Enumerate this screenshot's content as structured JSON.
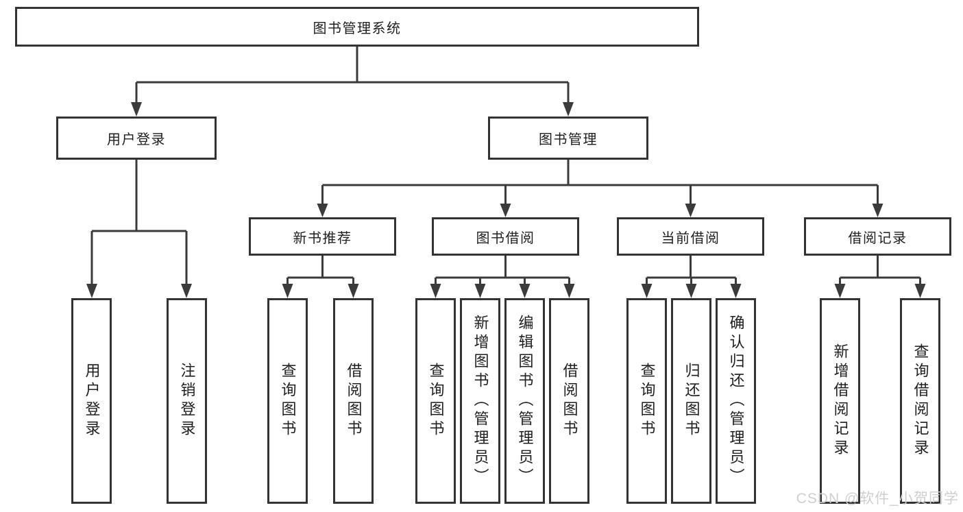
{
  "diagram": {
    "root": {
      "label": "图书管理系统"
    },
    "level2": [
      {
        "label": "用户登录"
      },
      {
        "label": "图书管理"
      }
    ],
    "level3": [
      {
        "label": "新书推荐"
      },
      {
        "label": "图书借阅"
      },
      {
        "label": "当前借阅"
      },
      {
        "label": "借阅记录"
      }
    ],
    "leaves": {
      "user_login": [
        "用户登录",
        "注销登录"
      ],
      "new_book": [
        "查询图书",
        "借阅图书"
      ],
      "book_borrow": [
        "查询图书",
        "新增图书（管理员）",
        "编辑图书（管理员）",
        "借阅图书"
      ],
      "current_borrow": [
        "查询图书",
        "归还图书",
        "确认归还（管理员）"
      ],
      "borrow_records": [
        "新增借阅记录",
        "查询借阅记录"
      ]
    }
  },
  "watermark": {
    "text": "CSDN @软件_小贺同学"
  },
  "colors": {
    "line": "#3b3b3b",
    "border": "#333333",
    "fill": "#ffffff",
    "text": "#1f1f1f",
    "watermark": "#cfcfcf"
  }
}
